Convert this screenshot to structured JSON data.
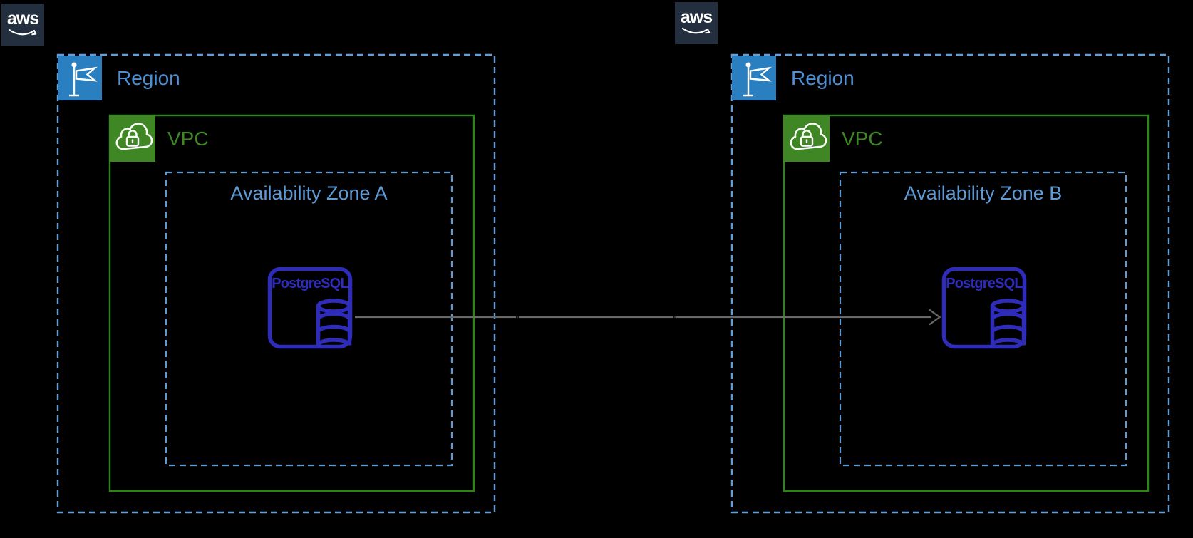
{
  "background": "#000000",
  "logo": {
    "text": "aws",
    "icon": "aws-smile-logo-icon",
    "bg_color": "#232F3E"
  },
  "regions": [
    {
      "region_label": "Region",
      "vpc_label": "VPC",
      "az_label": "Availability Zone A",
      "db_label": "PostgreSQL"
    },
    {
      "region_label": "Region",
      "vpc_label": "VPC",
      "az_label": "Availability Zone B",
      "db_label": "PostgreSQL"
    }
  ],
  "icons": {
    "region": "flag-icon",
    "vpc": "cloud-with-lock-icon",
    "database": "postgresql-instance-icon"
  },
  "arrow": {
    "direction": "left-to-right"
  },
  "colors": {
    "region_border": "#639ED8",
    "region_label": "#4D90D4",
    "region_icon_bg": "#2A7FC0",
    "vpc_border": "#2E8612",
    "vpc_label": "#3F8624",
    "vpc_icon_bg": "#3F8624",
    "az_border": "#5E9BD4",
    "az_label": "#5E9BD6",
    "database": "#2F2CBA",
    "arrow": "#686868",
    "logo_bg": "#232F3E"
  }
}
